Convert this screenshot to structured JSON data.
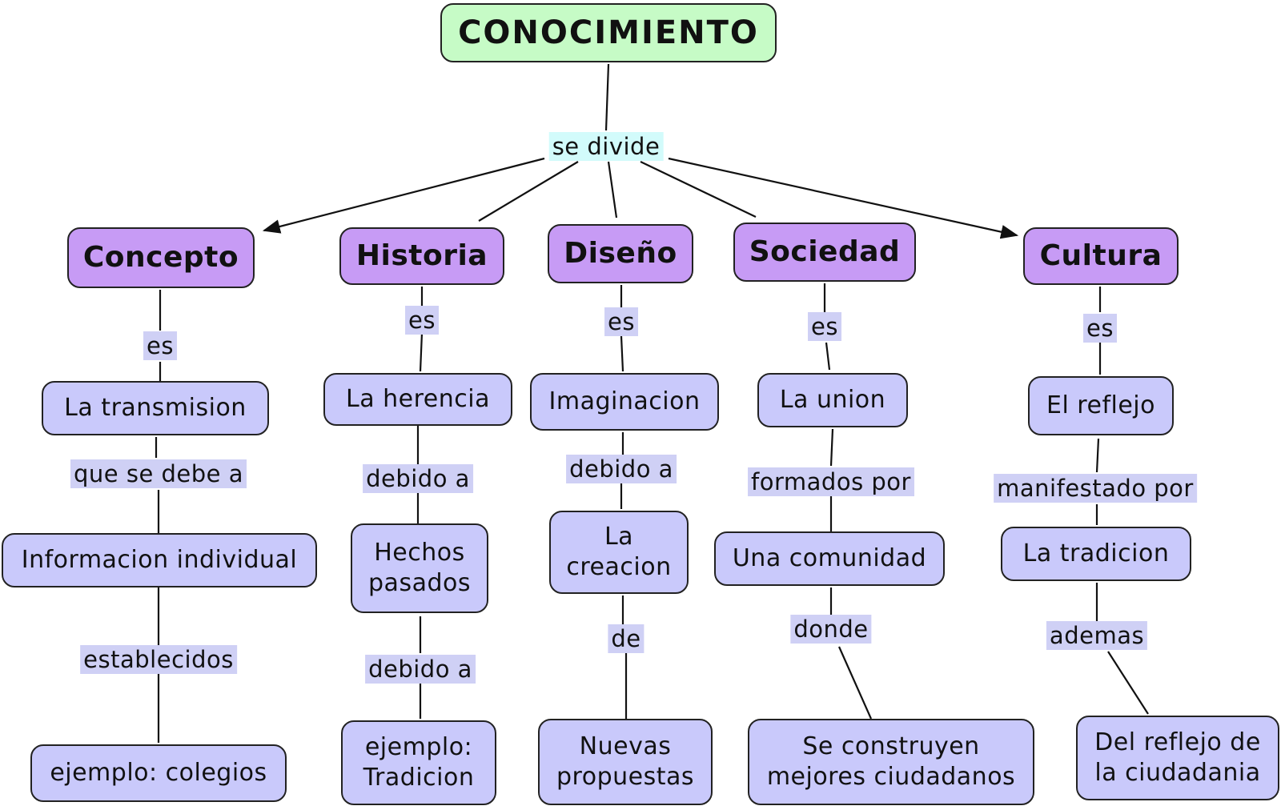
{
  "colors": {
    "root_fill": "#c6fbc6",
    "category_fill": "#c79bf5",
    "concept_fill": "#c9c9fb",
    "link_label_fill": "#cfd0f5",
    "top_link_label_fill": "#d2fbfb",
    "stroke": "#111111"
  },
  "root": {
    "text": "CONOCIMIENTO"
  },
  "top_link": {
    "text": "se divide"
  },
  "columns": [
    {
      "id": "concepto",
      "category": "Concepto",
      "link_es": "es",
      "concept1": "La transmision",
      "link2": "que se debe a",
      "concept2": "Informacion individual",
      "link3": "establecidos",
      "concept3": "ejemplo: colegios"
    },
    {
      "id": "historia",
      "category": "Historia",
      "link_es": "es",
      "concept1": "La herencia",
      "link2": "debido a",
      "concept2_line1": "Hechos",
      "concept2_line2": "pasados",
      "link3": "debido a",
      "concept3_line1": "ejemplo:",
      "concept3_line2": "Tradicion"
    },
    {
      "id": "diseno",
      "category": "Diseño",
      "link_es": "es",
      "concept1": "Imaginacion",
      "link2": "debido a",
      "concept2_line1": "La",
      "concept2_line2": "creacion",
      "link3": "de",
      "concept3_line1": "Nuevas",
      "concept3_line2": "propuestas"
    },
    {
      "id": "sociedad",
      "category": "Sociedad",
      "link_es": "es",
      "concept1": "La union",
      "link2": "formados por",
      "concept2": "Una comunidad",
      "link3": "donde",
      "concept3_line1": "Se construyen",
      "concept3_line2": "mejores ciudadanos"
    },
    {
      "id": "cultura",
      "category": "Cultura",
      "link_es": "es",
      "concept1": "El reflejo",
      "link2": "manifestado por",
      "concept2": "La tradicion",
      "link3": "ademas",
      "concept3_line1": "Del reflejo de",
      "concept3_line2": "la ciudadania"
    }
  ]
}
